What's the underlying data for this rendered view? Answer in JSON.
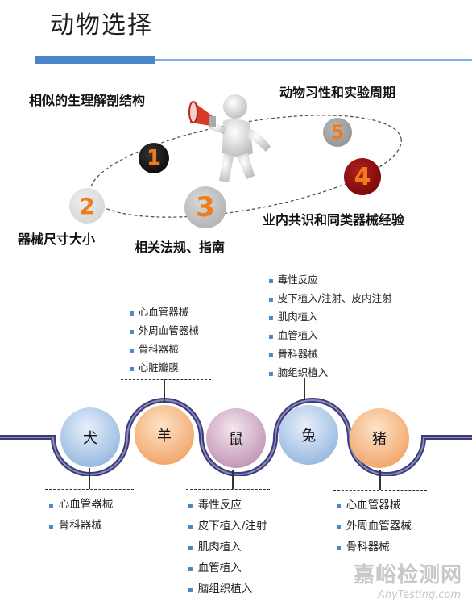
{
  "title": "动物选择",
  "factors": {
    "f1": "相似的生理解剖结构",
    "f2": "器械尺寸大小",
    "f3": "相关法规、指南",
    "f4": "业内共识和同类器械经验",
    "f5": "动物习性和实验周期"
  },
  "numbers": {
    "n1": "1",
    "n2": "2",
    "n3": "3",
    "n4": "4",
    "n5": "5"
  },
  "animals": {
    "dog": "犬",
    "sheep": "羊",
    "rat": "鼠",
    "rabbit": "兔",
    "pig": "猪"
  },
  "lists": {
    "sheep": [
      "心血管器械",
      "外周血管器械",
      "骨科器械",
      "心脏瓣膜"
    ],
    "rabbit": [
      "毒性反应",
      "皮下植入/注射、皮内注射",
      "肌肉植入",
      "血管植入",
      "骨科器械",
      "脑组织植入"
    ],
    "dog": [
      "心血管器械",
      "骨科器械"
    ],
    "rat": [
      "毒性反应",
      "皮下植入/注射",
      "肌肉植入",
      "血管植入",
      "脑组织植入"
    ],
    "pig": [
      "心血管器械",
      "外周血管器械",
      "骨科器械"
    ]
  },
  "watermark": {
    "cn": "嘉峪检测网",
    "en": "AnyTesting.com"
  }
}
